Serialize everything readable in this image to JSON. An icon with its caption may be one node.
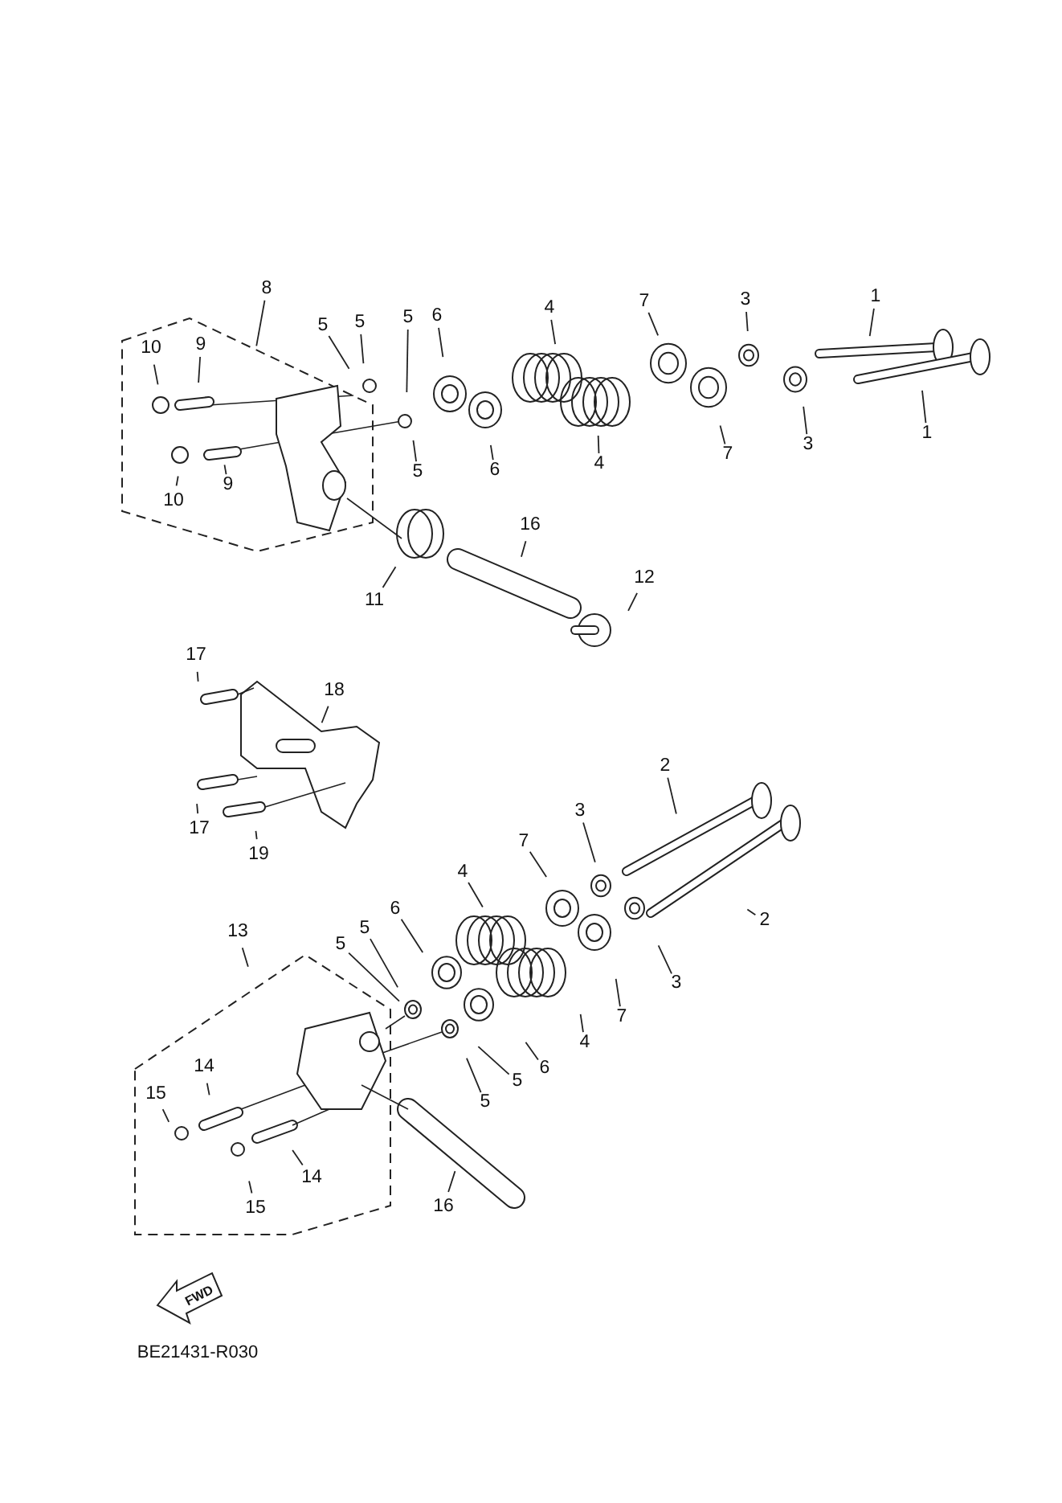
{
  "diagram": {
    "nodes": [
      {
        "text": [
          "8"
        ]
      },
      {
        "text": [
          "1"
        ]
      },
      {
        "text": [
          "5"
        ]
      },
      {
        "text": [
          "5"
        ]
      },
      {
        "text": [
          "5"
        ]
      },
      {
        "text": [
          "6"
        ]
      },
      {
        "text": [
          "4"
        ]
      },
      {
        "text": [
          "7"
        ]
      },
      {
        "text": [
          "3"
        ]
      },
      {
        "text": [
          "10"
        ]
      },
      {
        "text": [
          "9"
        ]
      },
      {
        "text": [
          "5"
        ]
      },
      {
        "text": [
          "6"
        ]
      },
      {
        "text": [
          "4"
        ]
      },
      {
        "text": [
          "7"
        ]
      },
      {
        "text": [
          "3"
        ]
      },
      {
        "text": [
          "1"
        ]
      },
      {
        "text": [
          "10"
        ]
      },
      {
        "text": [
          "9"
        ]
      },
      {
        "text": [
          "16"
        ]
      },
      {
        "text": [
          "12"
        ]
      },
      {
        "text": [
          "11"
        ]
      },
      {
        "text": [
          "17"
        ]
      },
      {
        "text": [
          "18"
        ]
      },
      {
        "text": [
          "2"
        ]
      },
      {
        "text": [
          "3"
        ]
      },
      {
        "text": [
          "17"
        ]
      },
      {
        "text": [
          "19"
        ]
      },
      {
        "text": [
          "7"
        ]
      },
      {
        "text": [
          "4"
        ]
      },
      {
        "text": [
          "6"
        ]
      },
      {
        "text": [
          "13"
        ]
      },
      {
        "text": [
          "5"
        ]
      },
      {
        "text": [
          "5"
        ]
      },
      {
        "text": [
          "2"
        ]
      },
      {
        "text": [
          "3"
        ]
      },
      {
        "text": [
          "7"
        ]
      },
      {
        "text": [
          "4"
        ]
      },
      {
        "text": [
          "14"
        ]
      },
      {
        "text": [
          "15"
        ]
      },
      {
        "text": [
          "6"
        ]
      },
      {
        "text": [
          "5"
        ]
      },
      {
        "text": [
          "5"
        ]
      },
      {
        "text": [
          "14"
        ]
      },
      {
        "text": [
          "15"
        ]
      },
      {
        "text": [
          "16"
        ]
      }
    ],
    "edges": [
      {
        "from": 0,
        "to": null,
        "arrow": "none"
      },
      {
        "from": 1,
        "to": null,
        "arrow": "none"
      },
      {
        "from": 2,
        "to": null,
        "arrow": "none"
      },
      {
        "from": 3,
        "to": null,
        "arrow": "none"
      },
      {
        "from": 4,
        "to": null,
        "arrow": "none"
      },
      {
        "from": 5,
        "to": null,
        "arrow": "none"
      },
      {
        "from": 6,
        "to": null,
        "arrow": "none"
      },
      {
        "from": 7,
        "to": null,
        "arrow": "none"
      },
      {
        "from": 8,
        "to": null,
        "arrow": "none"
      },
      {
        "from": 9,
        "to": null,
        "arrow": "none"
      },
      {
        "from": 10,
        "to": null,
        "arrow": "none"
      },
      {
        "from": 11,
        "to": null,
        "arrow": "none"
      },
      {
        "from": 12,
        "to": null,
        "arrow": "none"
      },
      {
        "from": 13,
        "to": null,
        "arrow": "none"
      },
      {
        "from": 14,
        "to": null,
        "arrow": "none"
      },
      {
        "from": 15,
        "to": null,
        "arrow": "none"
      },
      {
        "from": 16,
        "to": null,
        "arrow": "none"
      },
      {
        "from": 17,
        "to": null,
        "arrow": "none"
      },
      {
        "from": 18,
        "to": null,
        "arrow": "none"
      },
      {
        "from": 19,
        "to": null,
        "arrow": "none"
      },
      {
        "from": 20,
        "to": null,
        "arrow": "none"
      },
      {
        "from": 21,
        "to": null,
        "arrow": "none"
      },
      {
        "from": 22,
        "to": null,
        "arrow": "none"
      },
      {
        "from": 23,
        "to": null,
        "arrow": "none"
      },
      {
        "from": 24,
        "to": null,
        "arrow": "none"
      },
      {
        "from": 25,
        "to": null,
        "arrow": "none"
      },
      {
        "from": 26,
        "to": null,
        "arrow": "none"
      },
      {
        "from": 27,
        "to": null,
        "arrow": "none"
      },
      {
        "from": 28,
        "to": null,
        "arrow": "none"
      },
      {
        "from": 29,
        "to": null,
        "arrow": "none"
      },
      {
        "from": 30,
        "to": null,
        "arrow": "none"
      },
      {
        "from": 31,
        "to": null,
        "arrow": "none"
      },
      {
        "from": 32,
        "to": null,
        "arrow": "none"
      },
      {
        "from": 33,
        "to": null,
        "arrow": "none"
      },
      {
        "from": 34,
        "to": null,
        "arrow": "none"
      },
      {
        "from": 35,
        "to": null,
        "arrow": "none"
      },
      {
        "from": 36,
        "to": null,
        "arrow": "none"
      },
      {
        "from": 37,
        "to": null,
        "arrow": "none"
      },
      {
        "from": 38,
        "to": null,
        "arrow": "none"
      },
      {
        "from": 39,
        "to": null,
        "arrow": "none"
      },
      {
        "from": 40,
        "to": null,
        "arrow": "none"
      },
      {
        "from": 41,
        "to": null,
        "arrow": "none"
      },
      {
        "from": 42,
        "to": null,
        "arrow": "none"
      },
      {
        "from": 43,
        "to": null,
        "arrow": "none"
      },
      {
        "from": 44,
        "to": null,
        "arrow": "none"
      },
      {
        "from": 45,
        "to": null,
        "arrow": "none"
      }
    ],
    "labels": [
      "FWD",
      "BE21431-R030"
    ]
  }
}
